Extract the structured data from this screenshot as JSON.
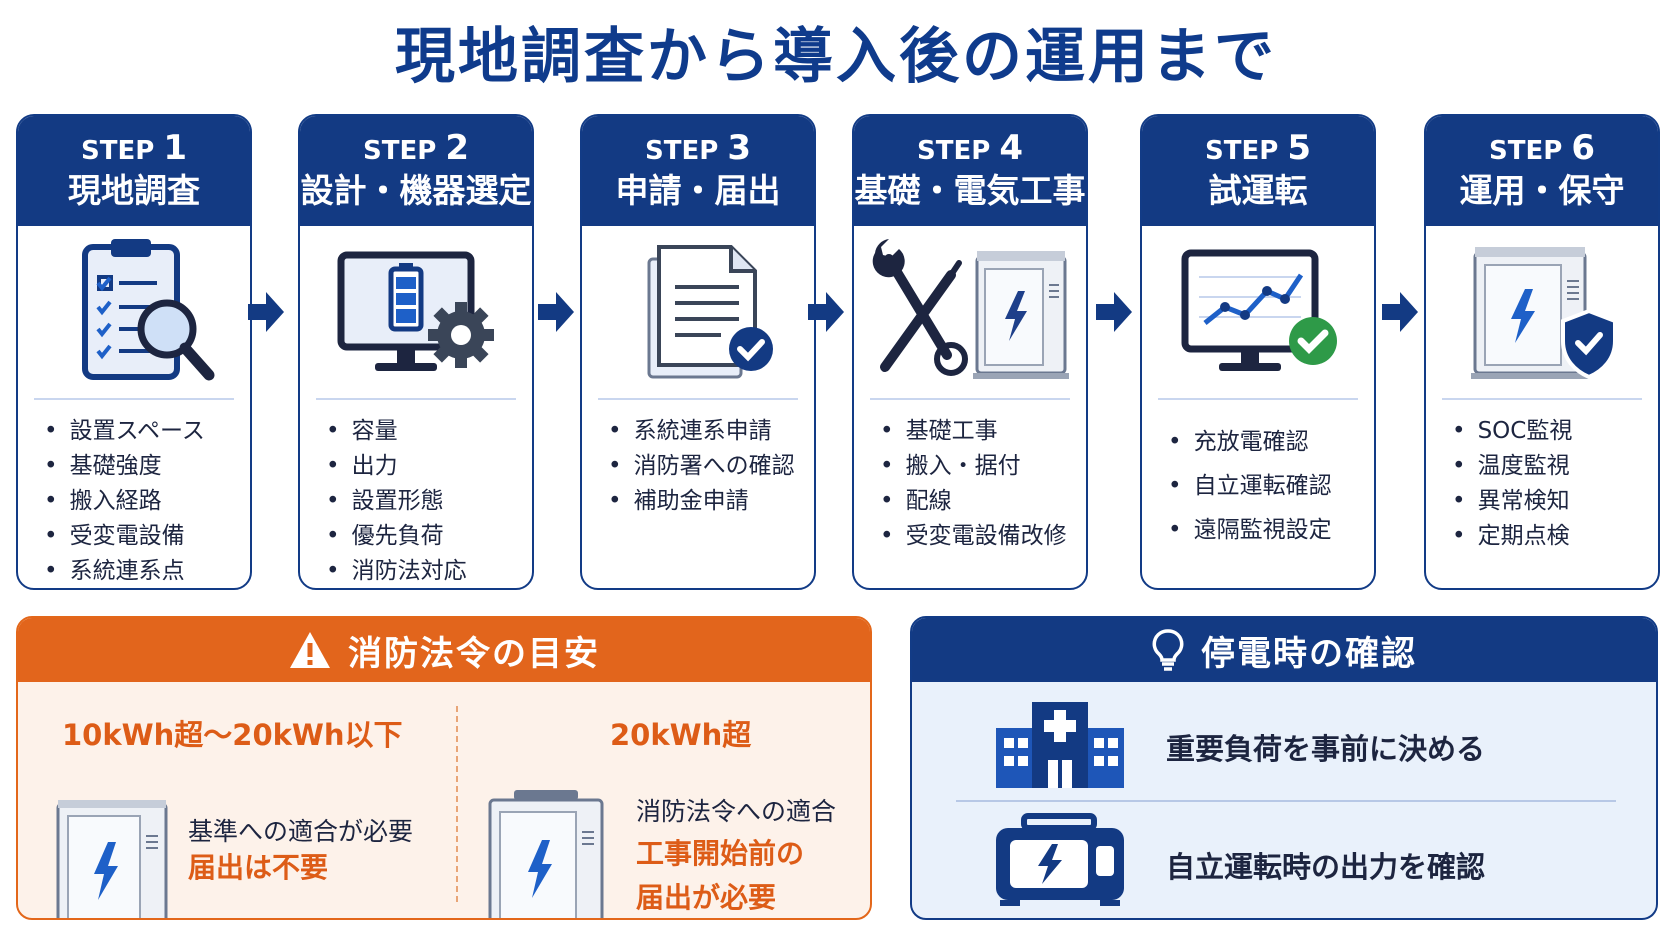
{
  "title": "現地調査から導入後の運用まで",
  "step_prefix": "STEP",
  "steps": [
    {
      "number": "1",
      "title": "現地調査",
      "icon": "clipboard-magnifier-icon",
      "items": [
        "設置スペース",
        "基礎強度",
        "搬入経路",
        "受変電設備",
        "系統連系点"
      ]
    },
    {
      "number": "2",
      "title": "設計・機器選定",
      "icon": "monitor-battery-gear-icon",
      "items": [
        "容量",
        "出力",
        "設置形態",
        "優先負荷",
        "消防法対応"
      ]
    },
    {
      "number": "3",
      "title": "申請・届出",
      "icon": "document-check-icon",
      "items": [
        "系統連系申請",
        "消防署への確認",
        "補助金申請"
      ]
    },
    {
      "number": "4",
      "title": "基礎・電気工事",
      "icon": "tools-battery-cabinet-icon",
      "items": [
        "基礎工事",
        "搬入・据付",
        "配線",
        "受変電設備改修"
      ]
    },
    {
      "number": "5",
      "title": "試運転",
      "icon": "monitor-chart-check-icon",
      "items": [
        "充放電確認",
        "自立運転確認",
        "遠隔監視設定"
      ]
    },
    {
      "number": "6",
      "title": "運用・保守",
      "icon": "battery-cabinet-shield-icon",
      "items": [
        "SOC監視",
        "温度監視",
        "異常検知",
        "定期点検"
      ]
    }
  ],
  "fire_law": {
    "title": "消防法令の目安",
    "icon": "warning-icon",
    "left": {
      "heading": "10kWh超～20kWh以下",
      "text": "基準への適合が必要",
      "highlight": "届出は不要"
    },
    "right": {
      "heading": "20kWh超",
      "text": "消防法令への適合",
      "highlight_lines": [
        "工事開始前の",
        "届出が必要"
      ]
    }
  },
  "outage": {
    "title": "停電時の確認",
    "icon": "lightbulb-icon",
    "items": [
      {
        "icon": "hospital-icon",
        "text": "重要負荷を事前に決める"
      },
      {
        "icon": "generator-icon",
        "text": "自立運転時の出力を確認"
      }
    ]
  },
  "colors": {
    "navy": "#133a83",
    "orange": "#e2651c",
    "light_blue": "#e9f1fb",
    "light_orange": "#fdf2ea",
    "green": "#2e9a48"
  }
}
